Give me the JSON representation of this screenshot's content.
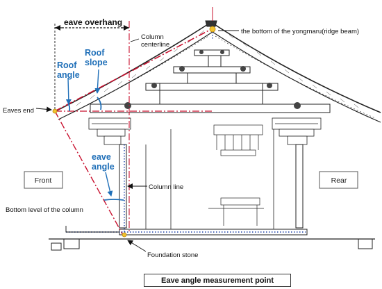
{
  "labels": {
    "eave_overhang": "eave overhang",
    "column_centerline": "Column\ncenterline",
    "ridge_beam": "the bottom of the yongmaru(ridge beam)",
    "roof_angle": "Roof\nangle",
    "roof_slope": "Roof\nslope",
    "eaves_end": "Eaves end",
    "eave_angle": "eave\nangle",
    "front": "Front",
    "rear": "Rear",
    "column_line": "Column line",
    "bottom_level": "Bottom level of the column",
    "foundation_stone": "Foundation stone"
  },
  "caption": "Eave angle measurement point",
  "colors": {
    "red_dashdot": "#c8102e",
    "blue_dotted": "#1a3fa6",
    "annotation_blue": "#1f6fb8",
    "marker_yellow": "#f2c230",
    "line_art": "#222222"
  }
}
